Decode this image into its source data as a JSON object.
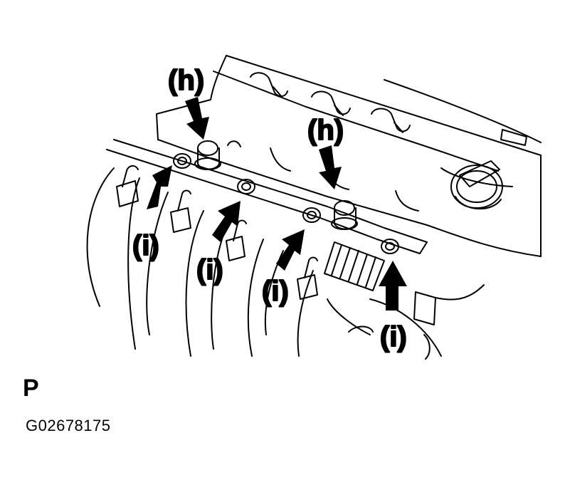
{
  "labels": {
    "h_left": "(h)",
    "h_right": "(h)",
    "i_1": "(i)",
    "i_2": "(i)",
    "i_3": "(i)",
    "i_4": "(i)"
  },
  "view_letter": "P",
  "figure_id": "G02678175",
  "colors": {
    "line": "#000000",
    "background": "#ffffff"
  }
}
